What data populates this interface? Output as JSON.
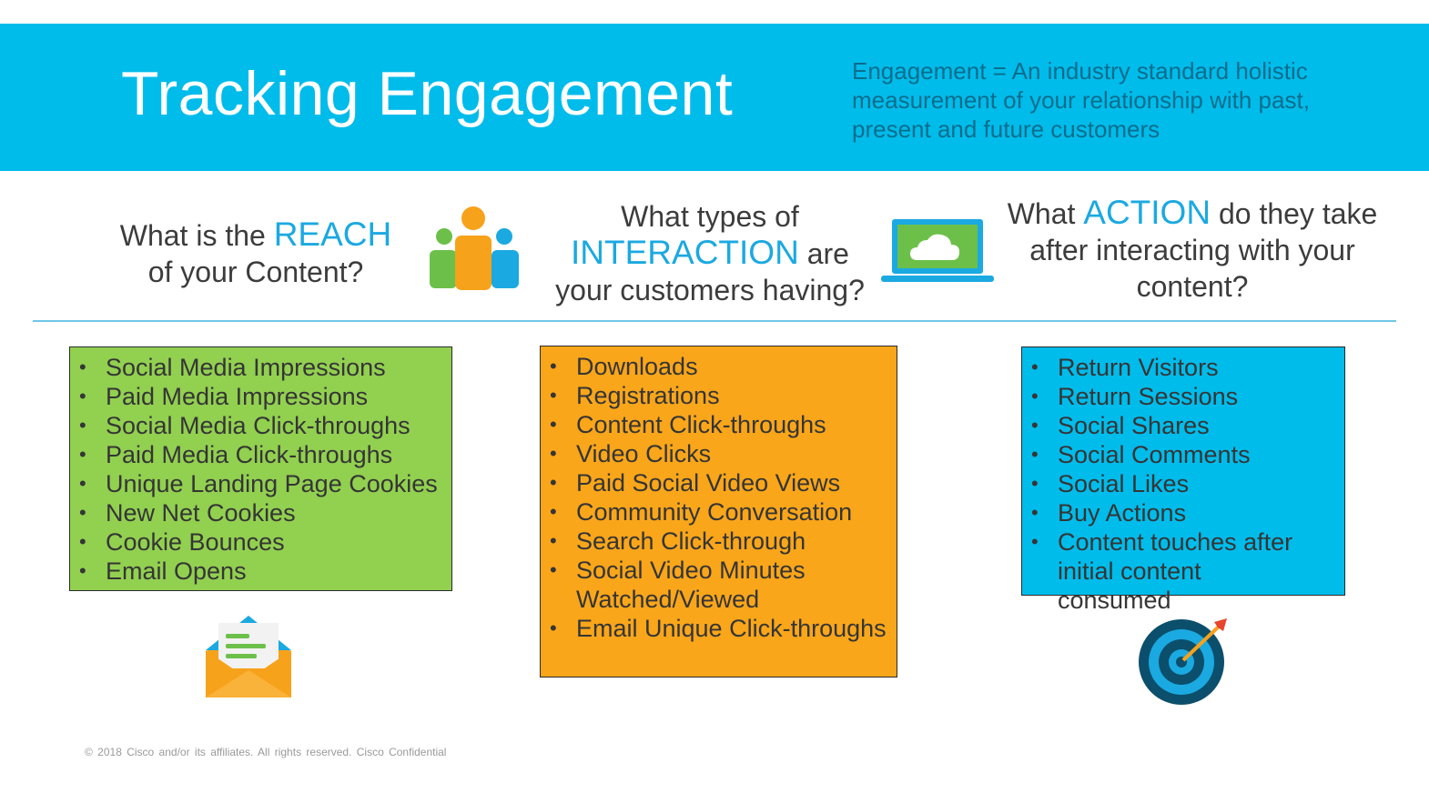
{
  "header": {
    "title": "Tracking Engagement",
    "definition": "Engagement = An industry standard holistic measurement of your relationship with past, present and future customers"
  },
  "columns": [
    {
      "question_before": "What is the ",
      "question_accent": "REACH",
      "question_after": " of your Content?",
      "icon": "people-icon",
      "items": [
        "Social Media Impressions",
        "Paid Media Impressions",
        "Social Media Click-throughs",
        "Paid Media Click-throughs",
        "Unique Landing Page Cookies",
        "New Net Cookies",
        "Cookie Bounces",
        "Email Opens"
      ],
      "bottom_icon": "mail-icon",
      "color": "#92d050"
    },
    {
      "question_before": "What types of ",
      "question_accent": "INTERACTION",
      "question_after": " are your customers having?",
      "icon": "laptop-cloud-icon",
      "items": [
        "Downloads",
        "Registrations",
        "Content Click-throughs",
        "Video Clicks",
        "Paid Social Video Views",
        "Community Conversation",
        "Search Click-through",
        "Social Video Minutes Watched/Viewed",
        "Email Unique Click-throughs"
      ],
      "color": "#faa61a"
    },
    {
      "question_before": "What ",
      "question_accent": "ACTION",
      "question_after": " do they take after interacting with your content?",
      "items": [
        "Return Visitors",
        "Return Sessions",
        "Social Shares",
        "Social Comments",
        "Social Likes",
        "Buy Actions",
        "Content touches after initial content consumed"
      ],
      "bottom_icon": "target-icon",
      "color": "#00bceb"
    }
  ],
  "footer": "© 2018 Cisco and/or its affiliates. All rights reserved. Cisco Confidential"
}
